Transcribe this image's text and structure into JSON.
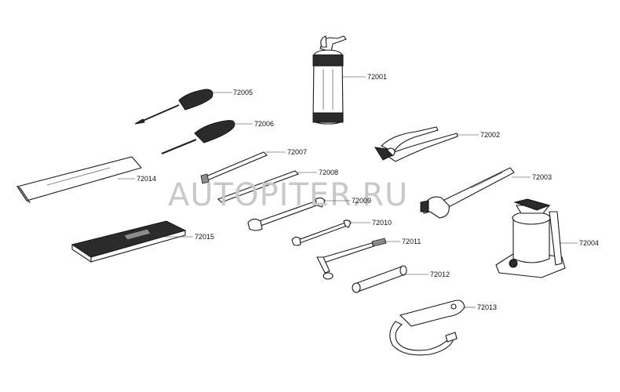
{
  "watermark": "AUTOPITER.RU",
  "parts": [
    {
      "id": "72001",
      "name": "fire-extinguisher"
    },
    {
      "id": "72002",
      "name": "pliers"
    },
    {
      "id": "72003",
      "name": "adjustable-wrench"
    },
    {
      "id": "72004",
      "name": "jack"
    },
    {
      "id": "72005",
      "name": "screwdriver-phillips"
    },
    {
      "id": "72006",
      "name": "screwdriver-flat"
    },
    {
      "id": "72007",
      "name": "long-bar-tool"
    },
    {
      "id": "72008",
      "name": "rod-tool"
    },
    {
      "id": "72009",
      "name": "open-end-wrench-large"
    },
    {
      "id": "72010",
      "name": "open-end-wrench-small"
    },
    {
      "id": "72011",
      "name": "l-socket-wrench"
    },
    {
      "id": "72012",
      "name": "tube-socket-wrench"
    },
    {
      "id": "72013",
      "name": "hook-wrench"
    },
    {
      "id": "72014",
      "name": "tool-roll-bag"
    },
    {
      "id": "72015",
      "name": "tool-case"
    }
  ]
}
